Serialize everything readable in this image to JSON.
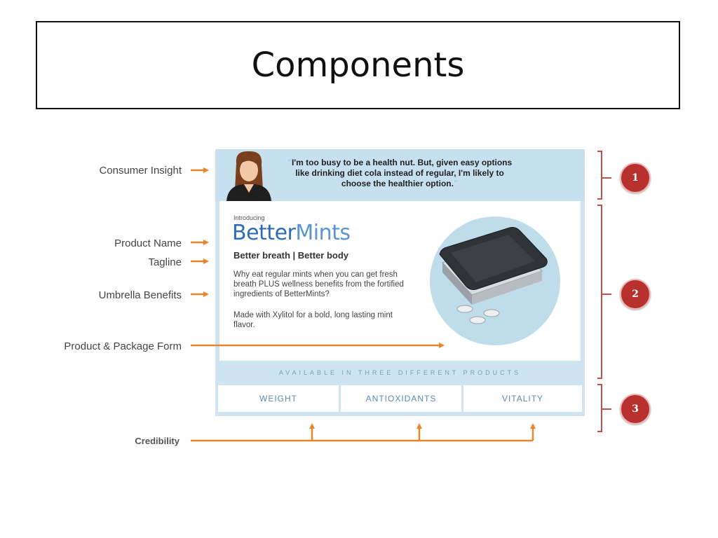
{
  "slide": {
    "title": "Components"
  },
  "labels": {
    "consumer_insight": "Consumer Insight",
    "product_name": "Product Name",
    "tagline": "Tagline",
    "umbrella_benefits": "Umbrella Benefits",
    "product_package_form": "Product & Package Form",
    "credibility": "Credibility"
  },
  "card": {
    "quote": "I'm too busy to be a health nut. But, given easy options like drinking diet cola instead of regular, I'm likely to choose the healthier option.",
    "introducing": "Introducing",
    "brand_dark": "Better",
    "brand_light": "Mints",
    "tagline": "Better breath | Better body",
    "benefit": "Why eat regular mints when you can get fresh breath PLUS wellness benefits from the fortified ingredients of BetterMints?",
    "made_with": "Made with Xylitol for a bold, long lasting mint flavor.",
    "available": "AVAILABLE IN THREE DIFFERENT PRODUCTS",
    "products": [
      "WEIGHT",
      "ANTIOXIDANTS",
      "VITALITY"
    ]
  },
  "badges": [
    "1",
    "2",
    "3"
  ],
  "colors": {
    "arrow": "#e8862b",
    "badge": "#b8312f",
    "brand": "#2e6db5"
  }
}
